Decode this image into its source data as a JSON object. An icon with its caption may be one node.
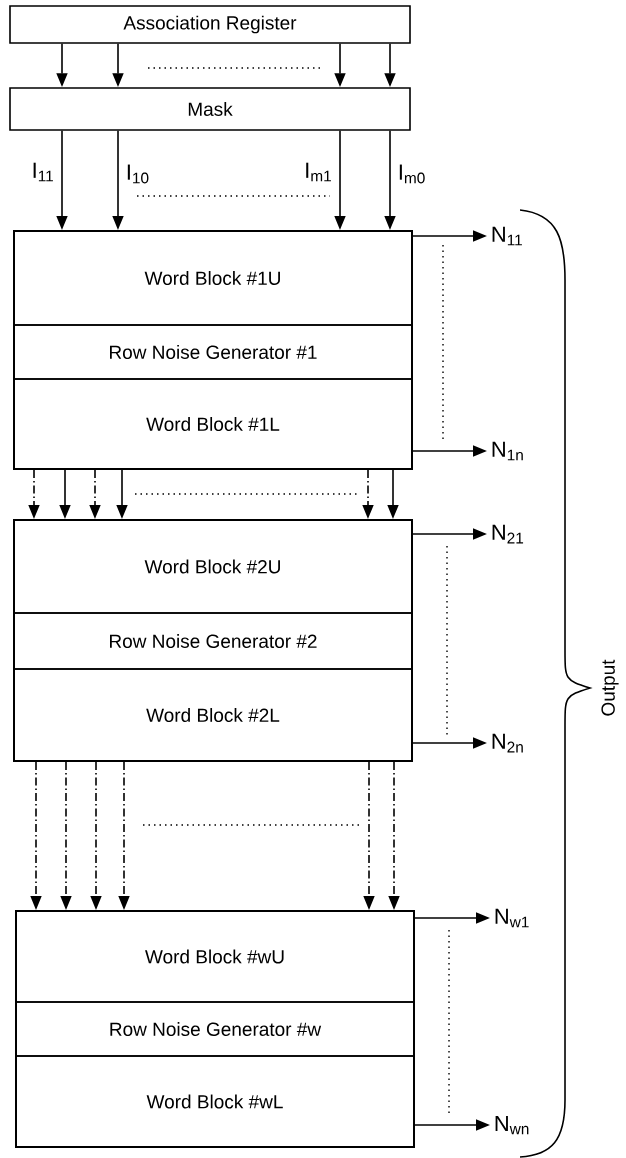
{
  "diagram": {
    "nodes": [
      {
        "text": [
          "Association Register"
        ]
      },
      {
        "text": [
          "Mask"
        ]
      },
      {
        "text": [],
        "shape": "box"
      },
      {
        "text": [
          "Word Block #1U"
        ],
        "in": 2
      },
      {
        "text": [
          "Row Noise Generator #1"
        ],
        "in": 2
      },
      {
        "text": [
          "Word Block #1L"
        ],
        "in": 2
      },
      {
        "text": [
          "N$_{11}$"
        ]
      },
      {
        "text": [
          "N$_{1n}$"
        ]
      },
      {
        "text": [],
        "shape": "box"
      },
      {
        "text": [
          "Word Block #2U"
        ],
        "in": 8
      },
      {
        "text": [
          "Row Noise Generator #2"
        ],
        "in": 8
      },
      {
        "text": [
          "Word Block #2L"
        ],
        "in": 8
      },
      {
        "text": [
          "N$_{21}$"
        ]
      },
      {
        "text": [
          "N$_{2n}$"
        ]
      },
      {
        "text": [],
        "shape": "box"
      },
      {
        "text": [
          "Word Block #wU"
        ],
        "in": 14
      },
      {
        "text": [
          "Row Noise Generator #w"
        ],
        "in": 14
      },
      {
        "text": [
          "Word Block #wL"
        ],
        "in": 14
      },
      {
        "text": [
          "N$_{w1}$"
        ]
      },
      {
        "text": [
          "N$_{wn}$"
        ]
      }
    ],
    "edges": [
      {
        "from": 0,
        "to": 1,
        "arrow": "to"
      },
      {
        "from": 0,
        "to": 1,
        "arrow": "to"
      },
      {
        "from": 0,
        "to": 1,
        "arrow": "to"
      },
      {
        "from": 0,
        "to": 1,
        "arrow": "to"
      },
      {
        "from": 1,
        "to": 2,
        "arrow": "to",
        "label": "I$_{11}$"
      },
      {
        "from": 1,
        "to": 2,
        "arrow": "to",
        "label": "I$_{10}$"
      },
      {
        "from": 1,
        "to": 2,
        "arrow": "to",
        "label": "I$_{m1}$"
      },
      {
        "from": 1,
        "to": 2,
        "arrow": "to",
        "label": "I$_{m0}$"
      },
      {
        "from": 2,
        "to": 8,
        "arrow": "to",
        "style": "dashed"
      },
      {
        "from": 2,
        "to": 8,
        "arrow": "to"
      },
      {
        "from": 2,
        "to": 8,
        "arrow": "to",
        "style": "dashed"
      },
      {
        "from": 2,
        "to": 8,
        "arrow": "to"
      },
      {
        "from": 2,
        "to": 8,
        "arrow": "to",
        "style": "dashed"
      },
      {
        "from": 2,
        "to": 8,
        "arrow": "to"
      },
      {
        "from": 8,
        "to": 14,
        "arrow": "to",
        "style": "dashed"
      },
      {
        "from": 8,
        "to": 14,
        "arrow": "to",
        "style": "dashed"
      },
      {
        "from": 8,
        "to": 14,
        "arrow": "to",
        "style": "dashed"
      },
      {
        "from": 8,
        "to": 14,
        "arrow": "to",
        "style": "dashed"
      },
      {
        "from": 8,
        "to": 14,
        "arrow": "to",
        "style": "dashed"
      },
      {
        "from": 8,
        "to": 14,
        "arrow": "to",
        "style": "dashed"
      },
      {
        "from": 3,
        "to": 6,
        "arrow": "to"
      },
      {
        "from": 5,
        "to": 7,
        "arrow": "to"
      },
      {
        "from": 9,
        "to": 12,
        "arrow": "to"
      },
      {
        "from": 11,
        "to": 13,
        "arrow": "to"
      },
      {
        "from": 15,
        "to": 18,
        "arrow": "to"
      },
      {
        "from": 17,
        "to": 19,
        "arrow": "to"
      }
    ],
    "labels": [
      "Output"
    ]
  }
}
